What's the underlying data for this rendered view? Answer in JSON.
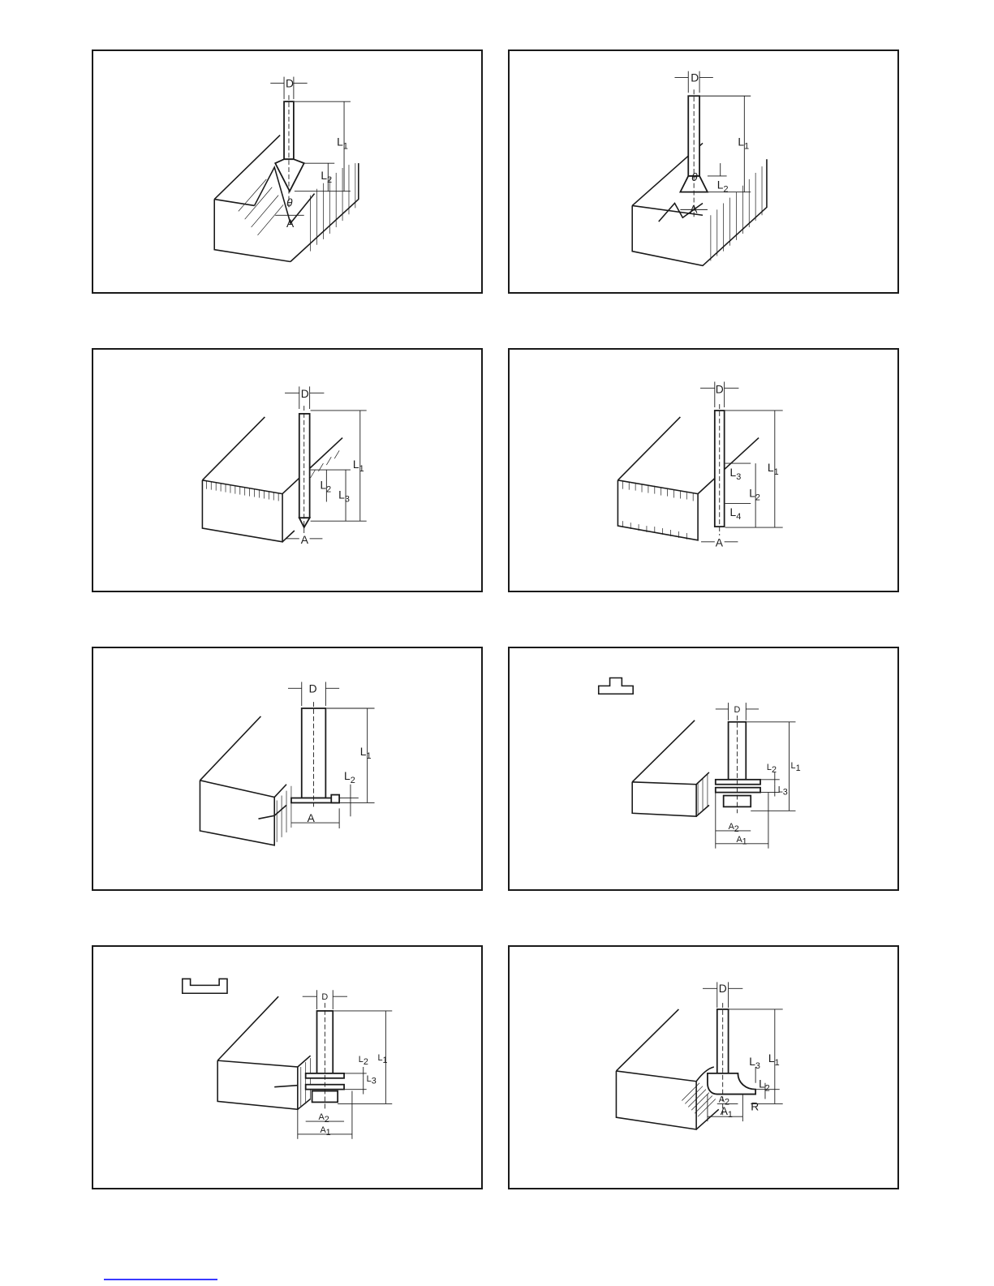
{
  "panels": [
    {
      "id": "p1",
      "labels": {
        "D": "D",
        "L1": "L",
        "L1_sub": "1",
        "L2": "L",
        "L2_sub": "2",
        "theta": "θ",
        "A": "A"
      }
    },
    {
      "id": "p2",
      "labels": {
        "D": "D",
        "L1": "L",
        "L1_sub": "1",
        "L2": "L",
        "L2_sub": "2",
        "theta": "θ",
        "A": "A"
      }
    },
    {
      "id": "p3",
      "labels": {
        "D": "D",
        "L1": "L",
        "L1_sub": "1",
        "L2": "L",
        "L2_sub": "2",
        "L3": "L",
        "L3_sub": "3",
        "A": "A"
      }
    },
    {
      "id": "p4",
      "labels": {
        "D": "D",
        "L1": "L",
        "L1_sub": "1",
        "L2": "L",
        "L2_sub": "2",
        "L3": "L",
        "L3_sub": "3",
        "L4": "L",
        "L4_sub": "4",
        "A": "A"
      }
    },
    {
      "id": "p5",
      "labels": {
        "D": "D",
        "L1": "L",
        "L1_sub": "1",
        "L2": "L",
        "L2_sub": "2",
        "A": "A"
      }
    },
    {
      "id": "p6",
      "labels": {
        "D": "D",
        "L1": "L",
        "L1_sub": "1",
        "L2": "L",
        "L2_sub": "2",
        "L3": "L",
        "L3_sub": "3",
        "A1": "A",
        "A1_sub": "1",
        "A2": "A",
        "A2_sub": "2"
      }
    },
    {
      "id": "p7",
      "labels": {
        "D": "D",
        "L1": "L",
        "L1_sub": "1",
        "L2": "L",
        "L2_sub": "2",
        "L3": "L",
        "L3_sub": "3",
        "A1": "A",
        "A1_sub": "1",
        "A2": "A",
        "A2_sub": "2"
      }
    },
    {
      "id": "p8",
      "labels": {
        "D": "D",
        "L1": "L",
        "L1_sub": "1",
        "L2": "L",
        "L2_sub": "2",
        "L3": "L",
        "L3_sub": "3",
        "A1": "A",
        "A1_sub": "1",
        "A2": "A",
        "A2_sub": "2",
        "R": "R"
      }
    }
  ]
}
